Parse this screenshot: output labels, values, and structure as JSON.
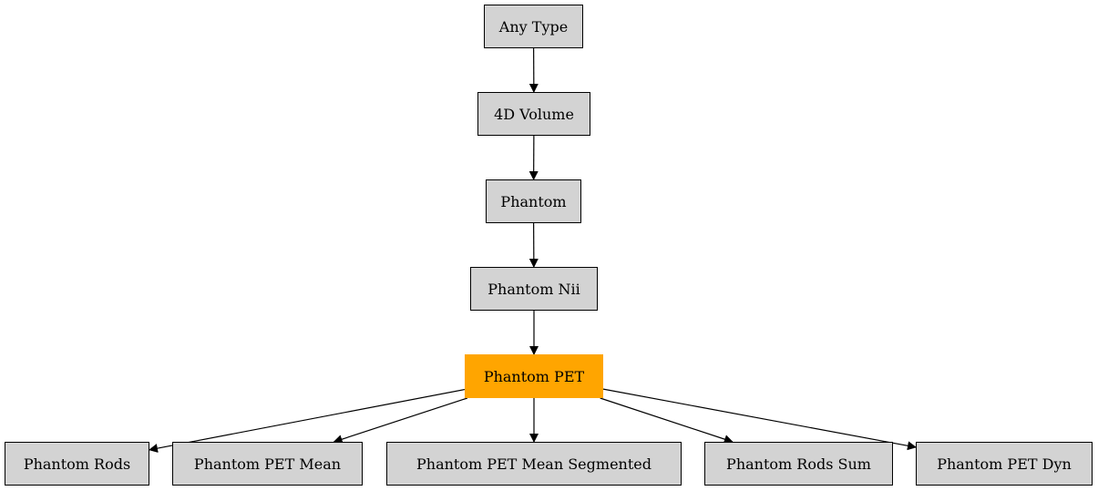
{
  "diagram": {
    "type": "inheritance-graph",
    "nodes": [
      {
        "id": "any_type",
        "label": "Any Type",
        "highlighted": false
      },
      {
        "id": "4d_volume",
        "label": "4D Volume",
        "highlighted": false
      },
      {
        "id": "phantom",
        "label": "Phantom",
        "highlighted": false
      },
      {
        "id": "phantom_nii",
        "label": "Phantom Nii",
        "highlighted": false
      },
      {
        "id": "phantom_pet",
        "label": "Phantom PET",
        "highlighted": true
      },
      {
        "id": "phantom_rods",
        "label": "Phantom Rods",
        "highlighted": false
      },
      {
        "id": "phantom_pet_mean",
        "label": "Phantom PET Mean",
        "highlighted": false
      },
      {
        "id": "phantom_pet_mean_segmented",
        "label": "Phantom PET Mean Segmented",
        "highlighted": false
      },
      {
        "id": "phantom_rods_sum",
        "label": "Phantom Rods Sum",
        "highlighted": false
      },
      {
        "id": "phantom_pet_dyn",
        "label": "Phantom PET Dyn",
        "highlighted": false
      }
    ],
    "edges": [
      {
        "from": "any_type",
        "to": "4d_volume"
      },
      {
        "from": "4d_volume",
        "to": "phantom"
      },
      {
        "from": "phantom",
        "to": "phantom_nii"
      },
      {
        "from": "phantom_nii",
        "to": "phantom_pet"
      },
      {
        "from": "phantom_pet",
        "to": "phantom_rods"
      },
      {
        "from": "phantom_pet",
        "to": "phantom_pet_mean"
      },
      {
        "from": "phantom_pet",
        "to": "phantom_pet_mean_segmented"
      },
      {
        "from": "phantom_pet",
        "to": "phantom_rods_sum"
      },
      {
        "from": "phantom_pet",
        "to": "phantom_pet_dyn"
      }
    ],
    "colors": {
      "node_fill": "#d3d3d3",
      "highlight_fill": "#ffa500",
      "edge": "#000000"
    }
  }
}
